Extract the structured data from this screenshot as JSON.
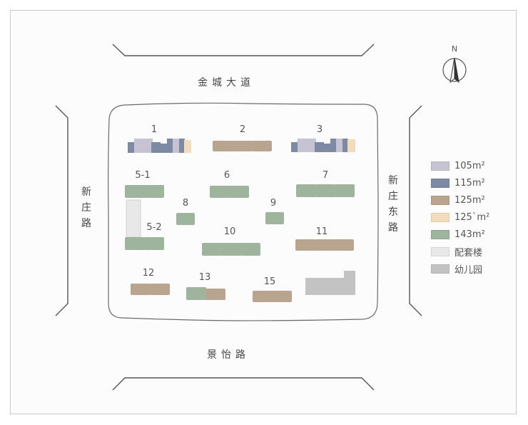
{
  "roads": {
    "north": "金城大道",
    "south": "景怡路",
    "west": "新庄路",
    "east": "新庄东路"
  },
  "compass": {
    "label": "N"
  },
  "colors": {
    "105": "#c6c3d2",
    "115": "#7d8aa3",
    "125": "#b9a58f",
    "125b": "#f3dcbb",
    "143": "#9fb49d",
    "facility": "#e8e8e8",
    "kindergarten": "#c3c3c3",
    "boundary": "#6a6a6a",
    "road": "#555555"
  },
  "legend": [
    {
      "label": "105m²",
      "color": "#c6c3d2"
    },
    {
      "label": "115m²",
      "color": "#7d8aa3"
    },
    {
      "label": "125m²",
      "color": "#b9a58f"
    },
    {
      "label": "125`m²",
      "color": "#f3dcbb"
    },
    {
      "label": "143m²",
      "color": "#9fb49d"
    },
    {
      "label": "配套楼",
      "color": "#e8e8e8"
    },
    {
      "label": "幼儿园",
      "color": "#c3c3c3"
    }
  ],
  "buildings": [
    {
      "id": "1",
      "type": "mixed"
    },
    {
      "id": "2",
      "type": "125"
    },
    {
      "id": "3",
      "type": "mixed"
    },
    {
      "id": "5-1",
      "type": "143"
    },
    {
      "id": "6",
      "type": "143"
    },
    {
      "id": "7",
      "type": "143"
    },
    {
      "id": "8",
      "type": "143"
    },
    {
      "id": "9",
      "type": "143"
    },
    {
      "id": "5-2",
      "type": "143"
    },
    {
      "id": "10",
      "type": "143"
    },
    {
      "id": "11",
      "type": "125"
    },
    {
      "id": "12",
      "type": "125"
    },
    {
      "id": "13",
      "type": "143/125"
    },
    {
      "id": "15",
      "type": "125"
    }
  ]
}
